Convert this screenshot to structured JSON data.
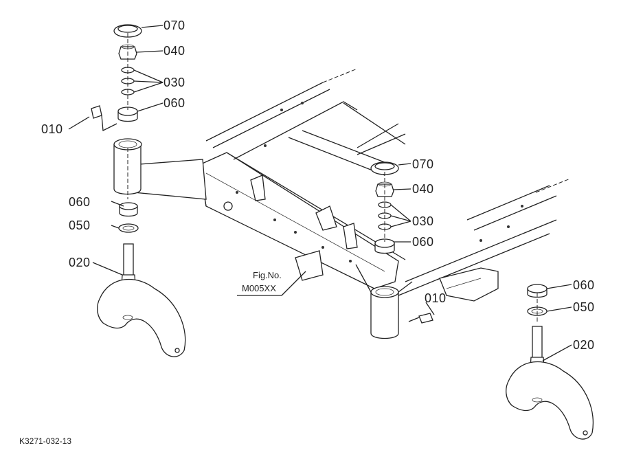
{
  "figure_ref": {
    "line1": "Fig.No.",
    "line2": "M005XX"
  },
  "diagram_code": "K3271-032-13",
  "callouts": {
    "left": {
      "c070": "070",
      "c040": "040",
      "c030": "030",
      "c060_top": "060",
      "c010": "010",
      "c060_bottom": "060",
      "c050": "050",
      "c020": "020"
    },
    "right": {
      "c070": "070",
      "c040": "040",
      "c030": "030",
      "c060_top": "060",
      "c010": "010",
      "c060_bottom": "060",
      "c050": "050",
      "c020": "020"
    }
  }
}
